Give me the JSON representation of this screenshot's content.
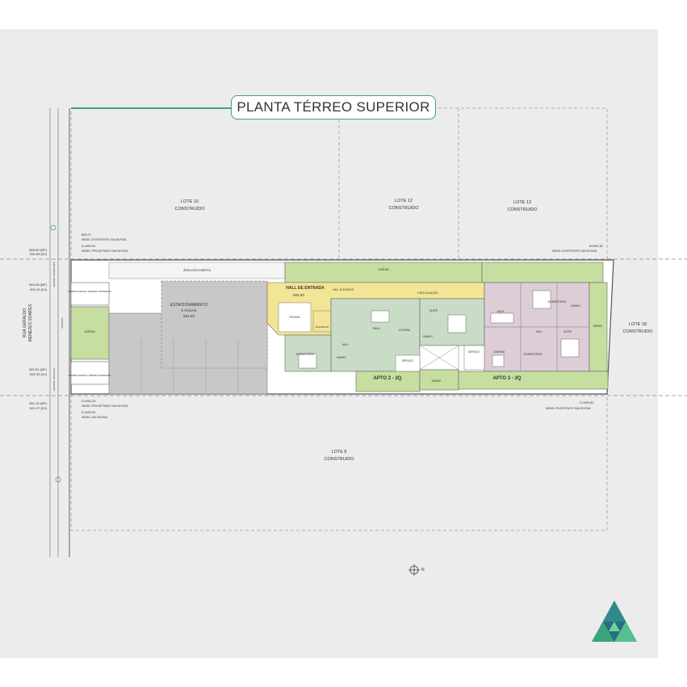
{
  "title": "PLANTA TÉRREO SUPERIOR",
  "street": {
    "line1": "RUA GERALDO",
    "line2": "MENEZES SOARES"
  },
  "lots": [
    {
      "name": "LOTE 10",
      "status": "CONSTRUIDO"
    },
    {
      "name": "LOTE 12",
      "status": "CONSTRUIDO"
    },
    {
      "name": "LOTE 13",
      "status": "CONSTRUIDO"
    },
    {
      "name": "LOTE 18",
      "status": "CONSTRUIDO"
    },
    {
      "name": "LOTE 8",
      "status": "CONSTRUIDO"
    }
  ],
  "levels": {
    "top_left_1": "655,50 (MF)",
    "top_left_2": "654,83 (DJ)",
    "mid_left_1": "654,28 (MF)",
    "mid_left_2": "654,10 (DJ)",
    "low_left_1": "652,51 (MF)",
    "low_left_2": "652,33 (DJ)",
    "bot_left_1": "652,19 (MF)",
    "bot_left_2": "651,97 (DJ)",
    "b_marker_1": "655,17",
    "b_marker_2": "NÍVEL EXISTENTE NA DIVISA",
    "b_marker_3": "A=655,04",
    "b_marker_4": "NÍVEL PROJETADO NA DIVISA",
    "d_marker_1": "D=652,23",
    "d_marker_2": "NÍVEL PROJETADO NA DIVISA",
    "d_marker_3": "D=652,54",
    "d_marker_4": "NÍVEL NA DIVISA",
    "right_top_1": "B=660,52",
    "right_top_2": "NÍVEL EXISTENTE NA DIVISA",
    "right_bot_1": "C=653,52",
    "right_bot_2": "NÍVEL EXISTENTE NA DIVISA"
  },
  "rooms": {
    "hall_entrada": "HALL DE ENTRADA",
    "hall_entrada_level": "654,90",
    "estacionamento": "ESTACIONAMENTO",
    "estacionamento_vagas": "5 VAGAS",
    "estacionamento_level": "654,59",
    "area_descoberta": "ÁREA DESCOBERTA",
    "jardim_left": "JARDIM",
    "jardim_top": "JARDIM",
    "jardim_right": "JARDIM",
    "jardim_mid": "JARDIM",
    "circulacao": "CIRCULAÇÃO",
    "hall_elevador": "HALL ELEVADOR",
    "escada": "ESCADA",
    "elevador": "ELEVADOR",
    "dormitorio_a": "DORMITÓRIO",
    "dormitorio_b": "DORMITÓRIO",
    "dormitorio_c": "DORMITÓRIO",
    "sala_a": "SALA",
    "sala_b": "SALA",
    "cozinha_a": "COZINHA",
    "cozinha_b": "COZINHA",
    "suite_a": "SUÍTE",
    "suite_b": "SUÍTE",
    "banho_a": "BANHO",
    "banho_b": "BANHO",
    "banho_c": "BANHO",
    "servico_a": "SERVIÇO",
    "servico_b": "SERVIÇO",
    "hall_a": "HALL",
    "hall_b": "HALL",
    "apto2": "APTO 2 - 2Q",
    "apto3": "APTO 3 - 2Q",
    "passeio": "PASSEIO",
    "acesso_pedestres": "ACESSO PEDESTRES",
    "acesso_veiculos": "ACESSO VEÍCULOS",
    "rampa_superior": "RAMPA ACESSO TÉRREO SUPERIOR",
    "rampa_inferior": "RAMPA ACESSO TÉRREO INFERIOR"
  },
  "colors": {
    "accent": "#3aa57a",
    "garden": "#c6dfa0",
    "hall": "#f3e596",
    "apto2": "#c9dcc6",
    "apto3": "#dccdd6",
    "parking": "#c8c8c8",
    "sheet": "#ececec"
  },
  "north_symbol": "north-arrow-icon",
  "logo": "triangle-mosaic-logo"
}
